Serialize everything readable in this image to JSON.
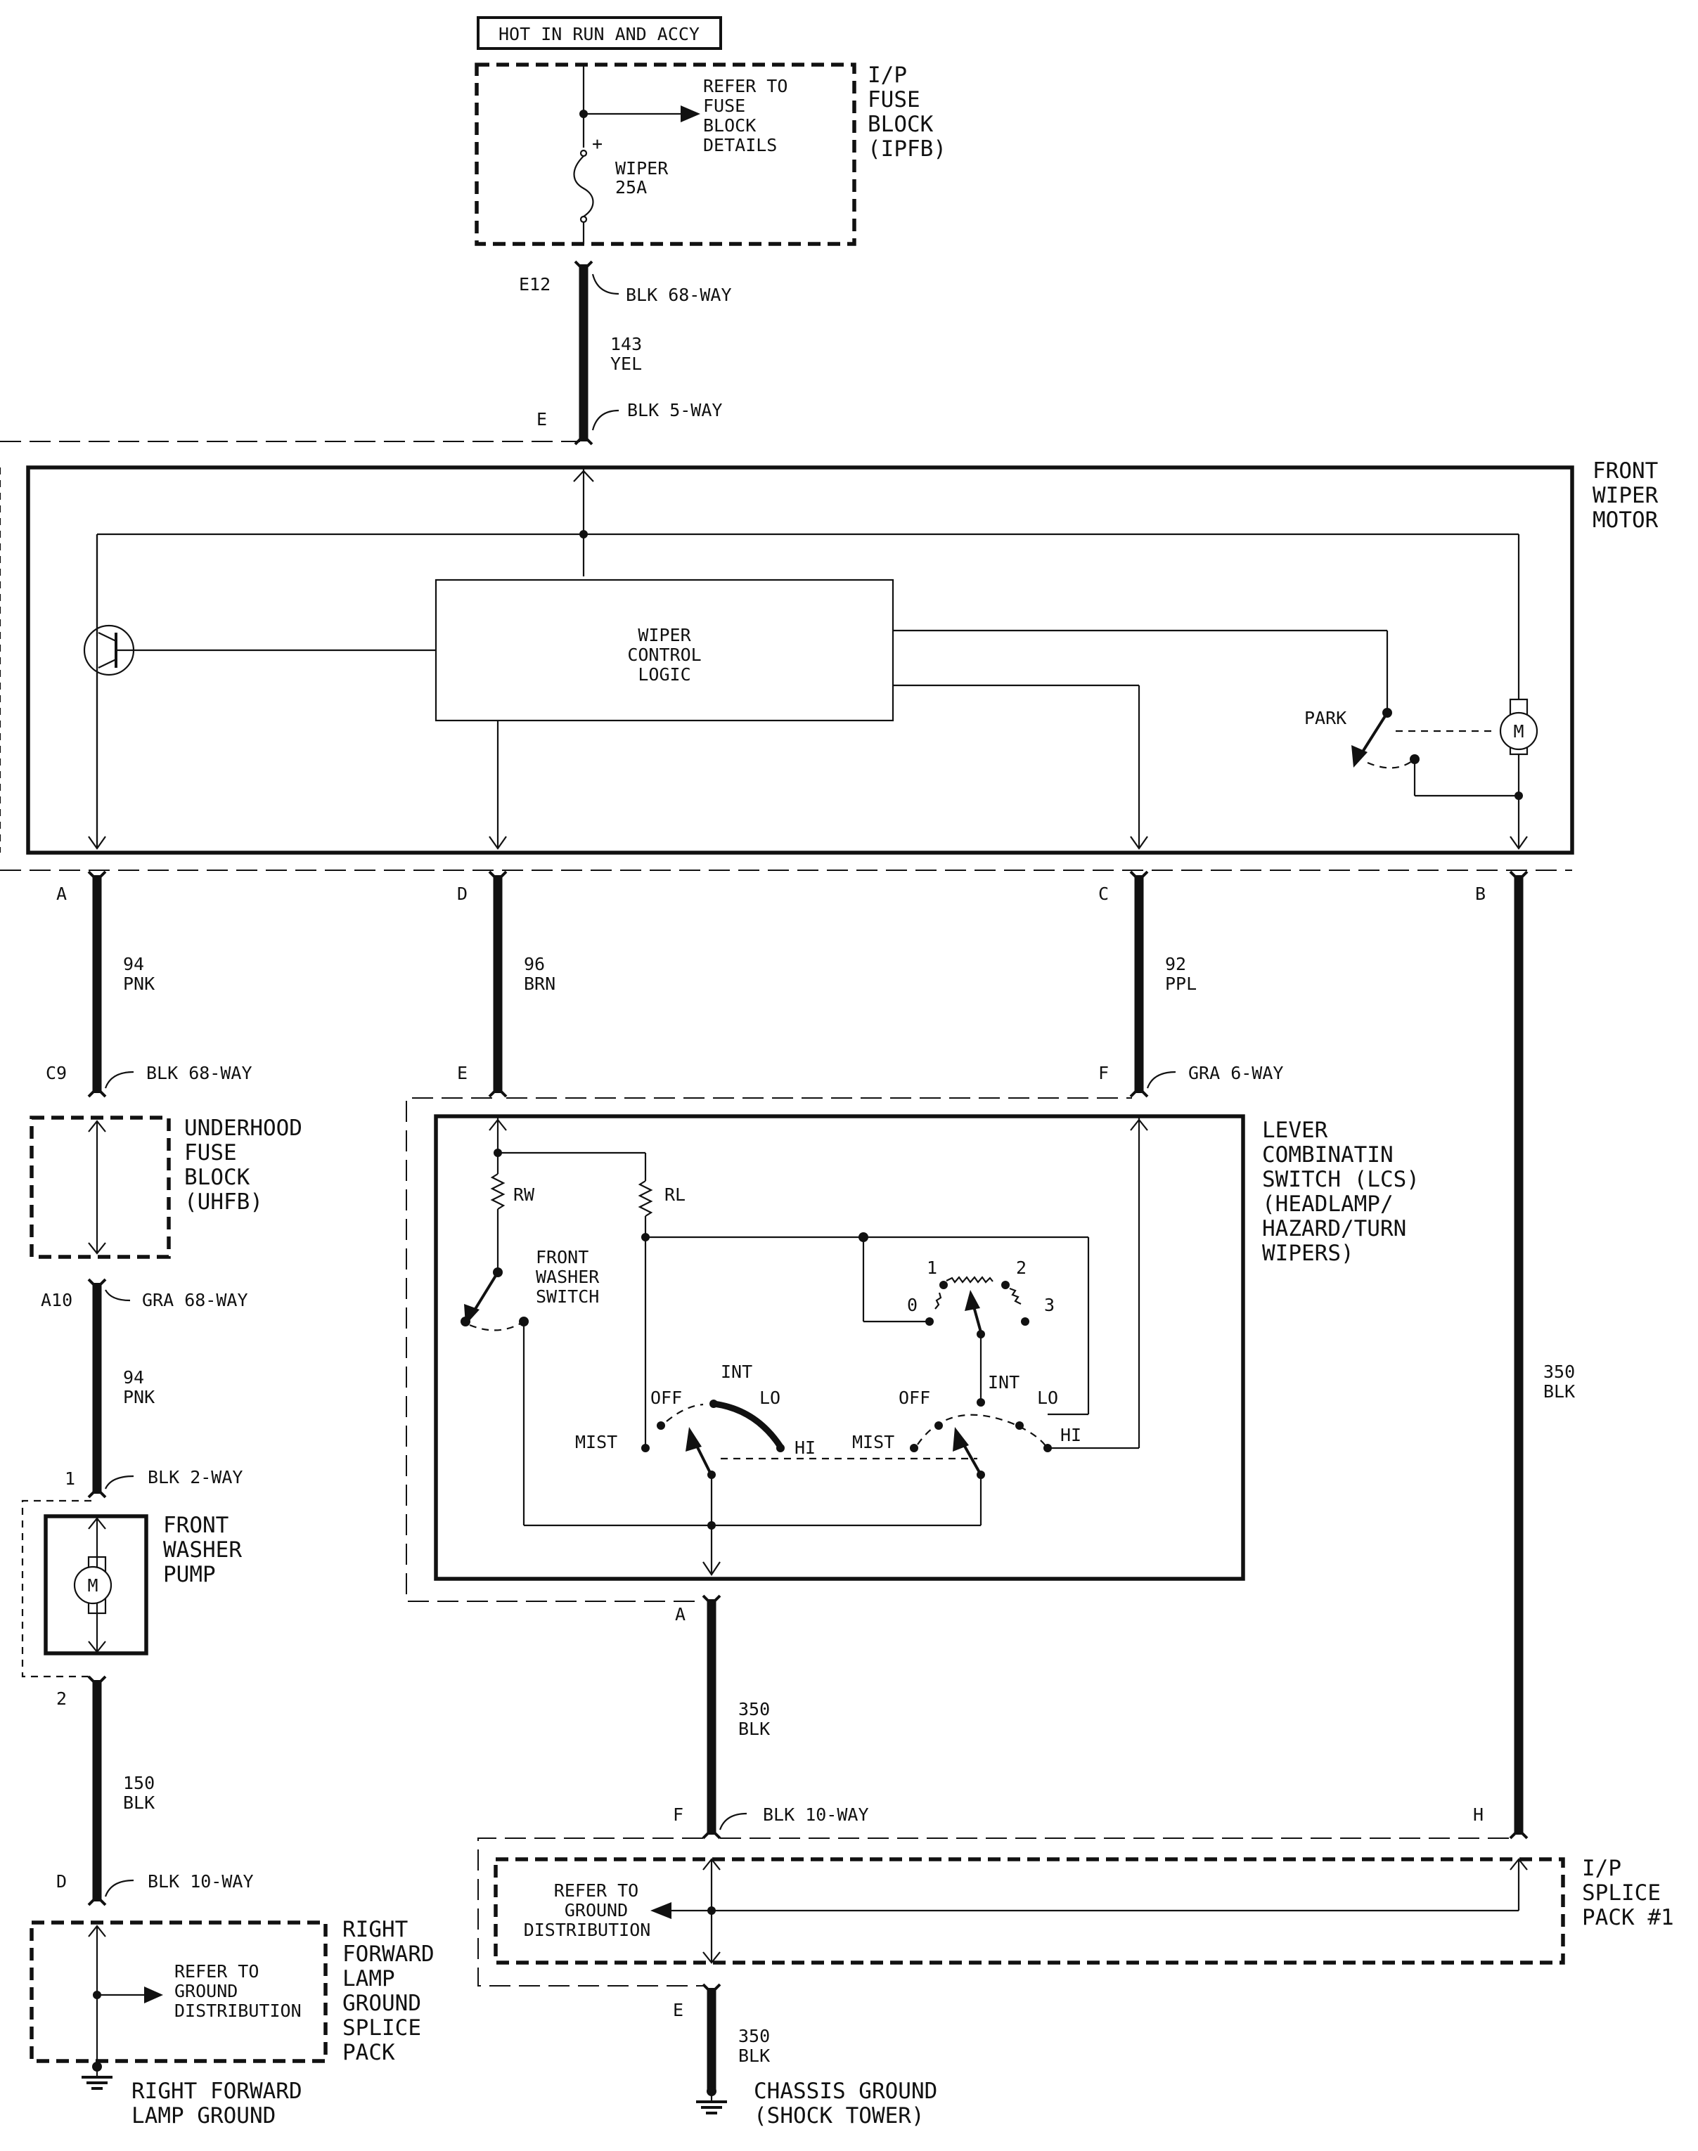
{
  "power": {
    "hot_label": "HOT IN RUN AND ACCY"
  },
  "ipfb": {
    "name": [
      "I/P",
      "FUSE",
      "BLOCK",
      "(IPFB)"
    ],
    "refer": [
      "REFER TO",
      "FUSE",
      "BLOCK",
      "DETAILS"
    ],
    "fuse_plus": "+",
    "fuse": [
      "WIPER",
      "25A"
    ]
  },
  "feed": {
    "pin_top": "E12",
    "conn_top": "BLK 68-WAY",
    "circuit": [
      "143",
      "YEL"
    ],
    "pin_bottom": "E",
    "conn_bottom": "BLK 5-WAY"
  },
  "motor": {
    "name": [
      "FRONT",
      "WIPER",
      "MOTOR"
    ],
    "logic": [
      "WIPER",
      "CONTROL",
      "LOGIC"
    ],
    "park": "PARK",
    "motor_symbol": "M",
    "pins": [
      "A",
      "D",
      "C",
      "B"
    ]
  },
  "circuits": {
    "a": [
      "94",
      "PNK"
    ],
    "d": [
      "96",
      "BRN"
    ],
    "c": [
      "92",
      "PPL"
    ],
    "b": [
      "350",
      "BLK"
    ]
  },
  "uhfb": {
    "pin_top": "C9",
    "conn_top": "BLK 68-WAY",
    "name": [
      "UNDERHOOD",
      "FUSE",
      "BLOCK",
      "(UHFB)"
    ],
    "pin_bottom": "A10",
    "conn_bottom": "GRA 68-WAY"
  },
  "pump_feed": {
    "circuit": [
      "94",
      "PNK"
    ]
  },
  "pump": {
    "pin_top": "1",
    "conn_top": "BLK 2-WAY",
    "name": [
      "FRONT",
      "WASHER",
      "PUMP"
    ],
    "symbol": "M",
    "pin_bottom": "2"
  },
  "pump_ground": {
    "circuit": [
      "150",
      "BLK"
    ],
    "pin": "D",
    "conn": "BLK 10-WAY"
  },
  "rf_splice": {
    "name": [
      "RIGHT",
      "FORWARD",
      "LAMP",
      "GROUND",
      "SPLICE",
      "PACK"
    ],
    "refer": [
      "REFER TO",
      "GROUND",
      "DISTRIBUTION"
    ],
    "ground": [
      "RIGHT FORWARD",
      "LAMP GROUND"
    ]
  },
  "lcs": {
    "pin_e": "E",
    "pin_f": "F",
    "conn": "GRA 6-WAY",
    "name": [
      "LEVER",
      "COMBINATIN",
      "SWITCH (LCS)",
      "(HEADLAMP/",
      "HAZARD/TURN",
      "WIPERS)"
    ],
    "rw": "RW",
    "rl": "RL",
    "washer": [
      "FRONT",
      "WASHER",
      "SWITCH"
    ],
    "pot": [
      "1",
      "2",
      "0",
      "3"
    ],
    "sw1": {
      "off": "OFF",
      "int": "INT",
      "lo": "LO",
      "mist": "MIST",
      "hi": "HI"
    },
    "sw2": {
      "off": "OFF",
      "int": "INT",
      "lo": "LO",
      "mist": "MIST",
      "hi": "HI"
    },
    "pin_a": "A"
  },
  "lcs_ground": {
    "circuit": [
      "350",
      "BLK"
    ],
    "pin": "F",
    "conn": "BLK 10-WAY"
  },
  "ip_splice": {
    "pin_h": "H",
    "name": [
      "I/P",
      "SPLICE",
      "PACK #1"
    ],
    "refer": [
      "REFER TO",
      "GROUND",
      "DISTRIBUTION"
    ],
    "pin_e": "E"
  },
  "chassis": {
    "circuit": [
      "350",
      "BLK"
    ],
    "ground": [
      "CHASSIS GROUND",
      "(SHOCK TOWER)"
    ]
  }
}
